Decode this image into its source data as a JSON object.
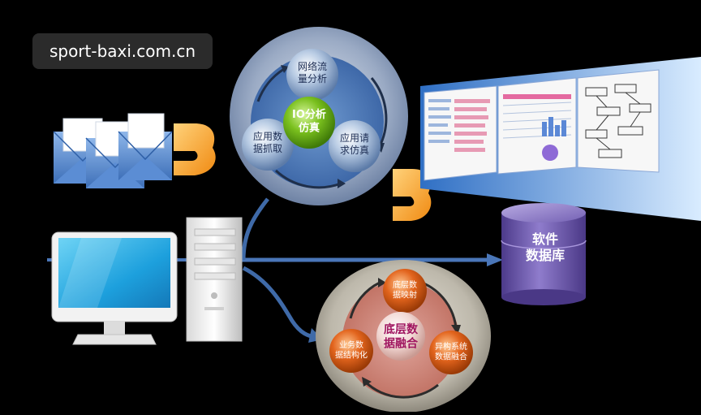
{
  "watermark": {
    "text": "sport-baxi.com.cn"
  },
  "io_cycle": {
    "center": "IO分析\n仿真",
    "nodes": [
      {
        "label": "网络流\n量分析"
      },
      {
        "label": "应用数\n据抓取"
      },
      {
        "label": "应用请\n求仿真"
      }
    ]
  },
  "database": {
    "label": "软件\n数据库"
  },
  "fusion_cycle": {
    "center": "底层数\n据融合",
    "nodes": [
      {
        "label": "底层数\n据映射"
      },
      {
        "label": "业务数\n据结构化"
      },
      {
        "label": "异构系统\n数据融合"
      }
    ]
  },
  "colors": {
    "io_ring": "#8fa3c0",
    "io_center": "#7ac01e",
    "fusion_ring": "#b8b5ad",
    "fusion_center": "#d48a80",
    "orange_node": "#e2641d",
    "db_purple": "#6a56a8",
    "arrow_orange": "#f5a623",
    "pipe_blue": "#4a76b8"
  }
}
